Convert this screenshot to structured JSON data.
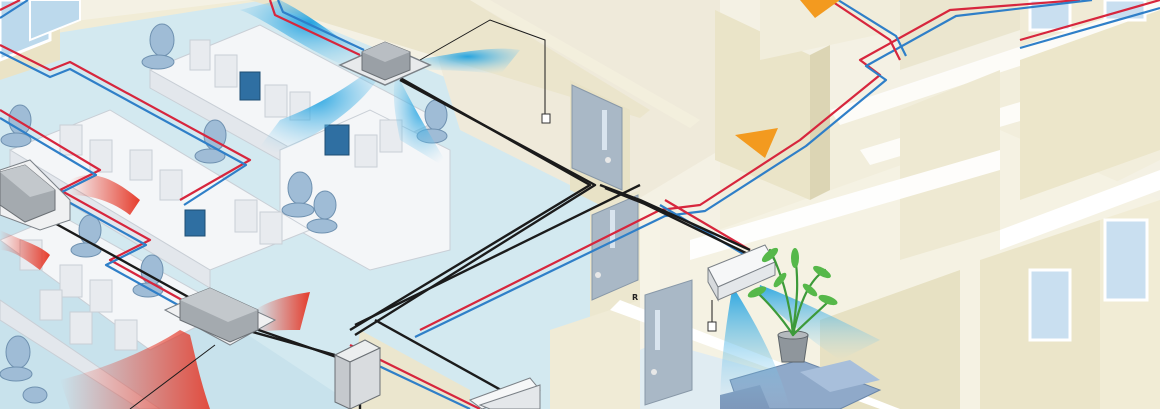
{
  "diagram": {
    "labels": {
      "branch_marker": "R"
    },
    "colors": {
      "floor_blue": "#cfe6ee",
      "wall_cream": "#ece7cf",
      "floor_cream": "#f7f4e6",
      "refrigerant_red": "#d7263d",
      "refrigerant_blue": "#2f7fc8",
      "cable_black": "#1b1b1b",
      "cool_airflow": "#2aa7de",
      "warm_airflow": "#e23b2a",
      "flow_arrow": "#f39a1f"
    },
    "components": [
      "ceiling-cassette-unit",
      "ceiling-concealed-unit-left",
      "ceiling-concealed-unit-bottom",
      "wall-mounted-unit-right",
      "wall-mounted-unit-bottom",
      "branch-selector-box",
      "remote-controller-left",
      "remote-controller-right"
    ]
  }
}
